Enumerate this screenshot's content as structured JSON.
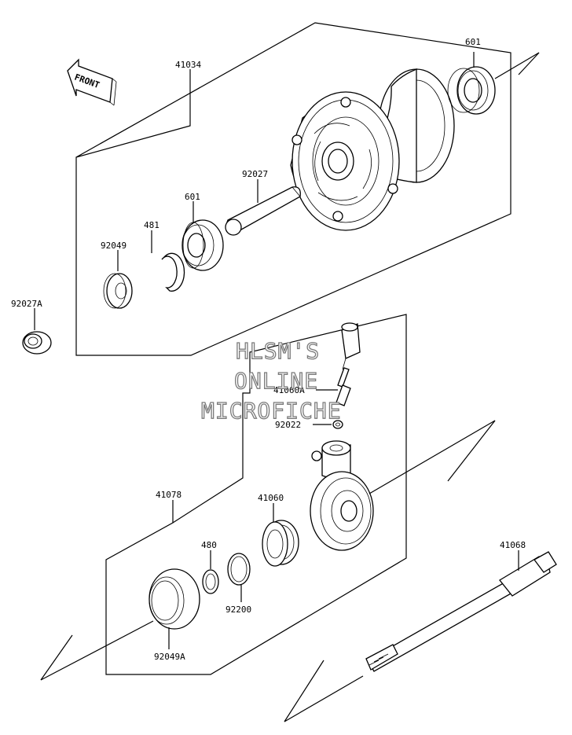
{
  "front_label": "FRONT",
  "watermark": {
    "line1": "HLSM'S",
    "line2": "ONLINE",
    "line3": "MICROFICHE"
  },
  "parts": {
    "hub_assembly": "41034",
    "bearing_right": "601",
    "collar": "92027",
    "bearing_left": "601",
    "circlip": "481",
    "seal": "92049",
    "collar_outer": "92027A",
    "gear_housing_assy": "41078",
    "speedo_pinion": "41060A",
    "washer": "92022",
    "speedo_gear": "41060",
    "snap_ring": "480",
    "shim": "92200",
    "seal_large": "92049A",
    "axle": "41068"
  },
  "colors": {
    "line": "#000000",
    "background": "#ffffff",
    "watermark_outline": "#7a7a7a"
  }
}
